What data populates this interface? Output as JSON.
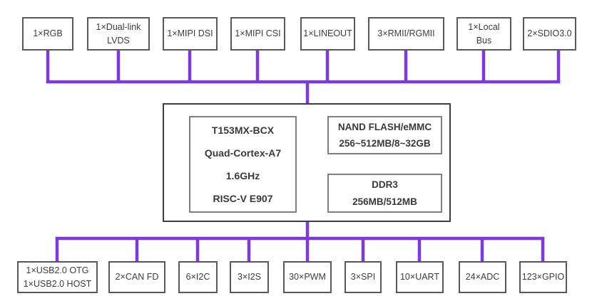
{
  "colors": {
    "connector": "#7c3ad6",
    "box_border": "#595959",
    "block_border": "#3f3f3f",
    "inner_border": "#7f7f7f",
    "text": "#3d3d3d"
  },
  "top_row": {
    "items": [
      {
        "label": "1×RGB"
      },
      {
        "label": "1×Dual-link LVDS"
      },
      {
        "label": "1×MIPI DSI"
      },
      {
        "label": "1×MIPI CSI"
      },
      {
        "label": "1×LINEOUT"
      },
      {
        "label": "3×RMII/RGMII"
      },
      {
        "label": "1×Local Bus"
      },
      {
        "label": "2×SDIO3.0"
      }
    ]
  },
  "soc": {
    "cpu": {
      "lines": [
        "T153MX-BCX",
        "Quad-Cortex-A7",
        "1.6GHz",
        "RISC-V E907"
      ]
    },
    "nand": {
      "lines": [
        "NAND FLASH/eMMC",
        "256~512MB/8~32GB"
      ]
    },
    "ddr": {
      "lines": [
        "DDR3",
        "256MB/512MB"
      ]
    }
  },
  "bottom_row": {
    "items": [
      {
        "label": "1×USB2.0 OTG",
        "label2": "1×USB2.0 HOST"
      },
      {
        "label": "2×CAN FD"
      },
      {
        "label": "6×I2C"
      },
      {
        "label": "3×I2S"
      },
      {
        "label": "30×PWM"
      },
      {
        "label": "3×SPI"
      },
      {
        "label": "10×UART"
      },
      {
        "label": "24×ADC"
      },
      {
        "label": "123×GPIO"
      }
    ]
  }
}
